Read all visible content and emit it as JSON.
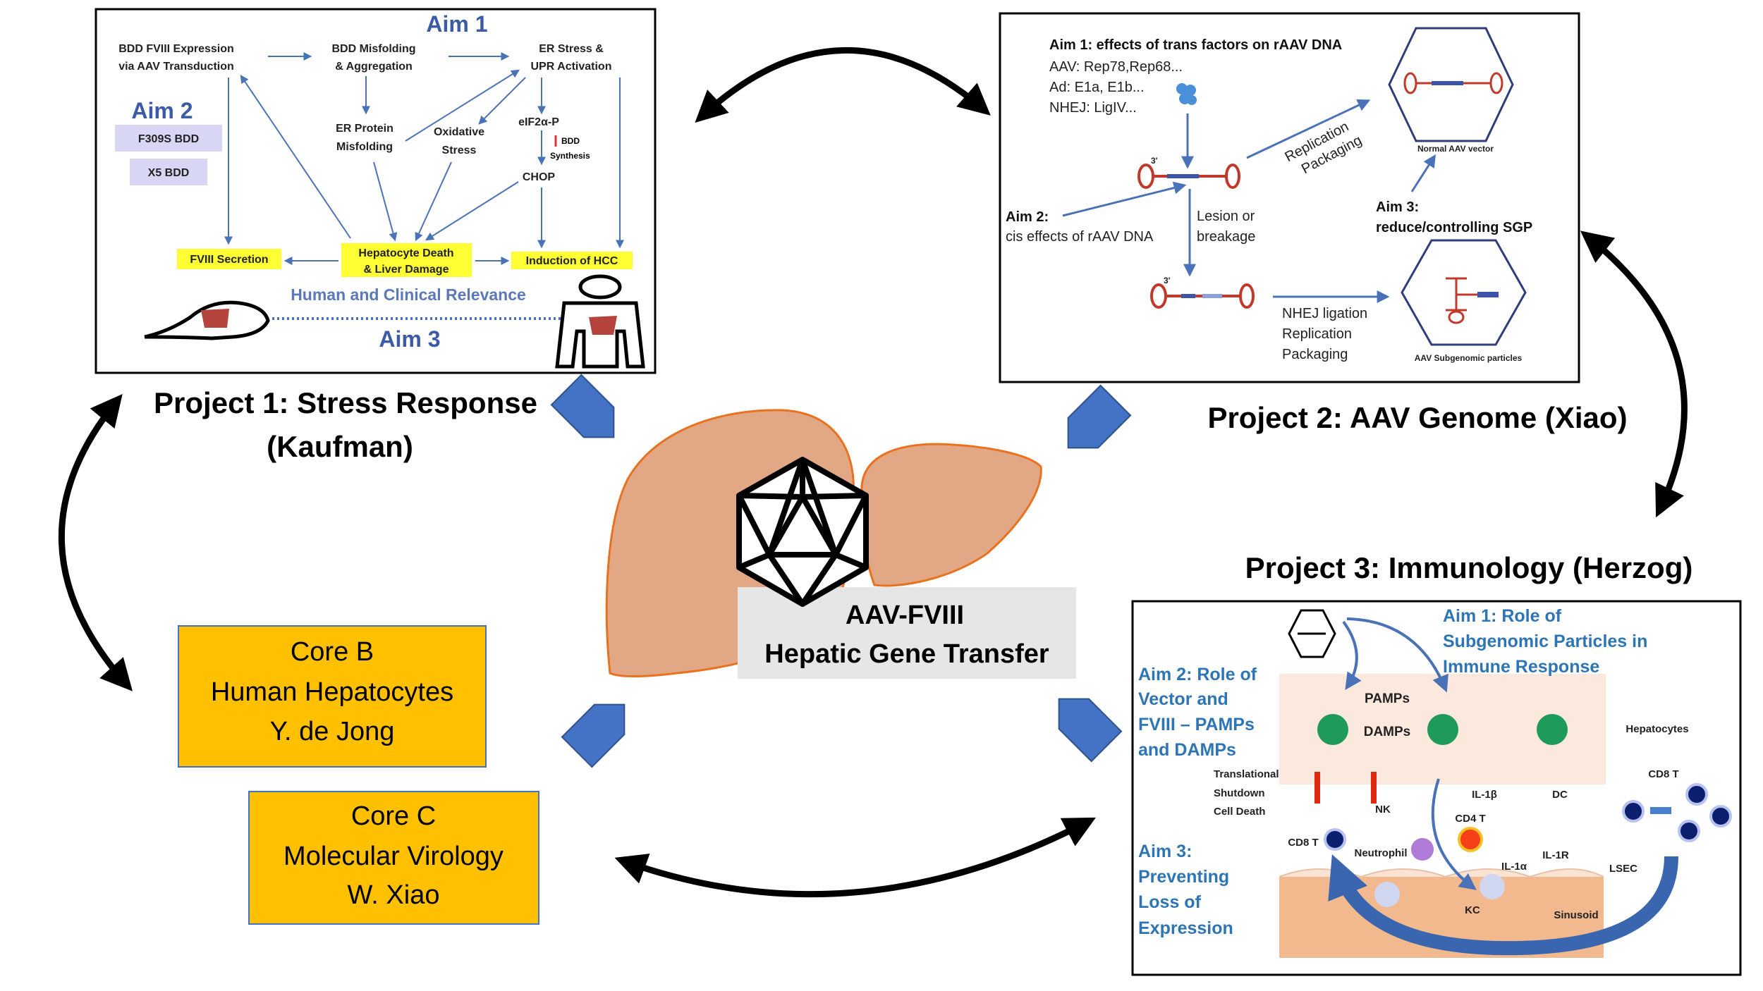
{
  "colors": {
    "core_fill": "#FFC000",
    "liver_fill": "#E2A886",
    "liver_stroke": "#E8721F",
    "pentagon_blue": "#4472C4",
    "label_grey": "#E6E6E6",
    "aim_blue": "#2E75B6",
    "highlight_yellow": "#FFFF33"
  },
  "center": {
    "line1": "AAV-FVIII",
    "line2": "Hepatic Gene Transfer",
    "icon": "icosahedron-capsid-icon"
  },
  "projects": {
    "p1": {
      "line1": "Project 1: Stress Response",
      "line2": "(Kaufman)"
    },
    "p2": {
      "title": "Project 2: AAV Genome (Xiao)"
    },
    "p3": {
      "title": "Project 3: Immunology (Herzog)"
    }
  },
  "cores": {
    "b": {
      "line1": "Core B",
      "line2": "Human Hepatocytes",
      "line3": "Y. de Jong"
    },
    "c": {
      "line1": "Core C",
      "line2": "Molecular Virology",
      "line3": "W. Xiao"
    }
  },
  "panel1": {
    "aim1": "Aim 1",
    "aim2": "Aim 2",
    "aim3": "Aim 3",
    "bdd_expr": [
      "BDD FVIII Expression",
      "via AAV Transduction"
    ],
    "bdd_misfold": [
      "BDD Misfolding",
      "& Aggregation"
    ],
    "er_stress": [
      "ER Stress &",
      "UPR Activation"
    ],
    "f309s": "F309S BDD",
    "x5": "X5 BDD",
    "er_protein": [
      "ER Protein",
      "Misfolding"
    ],
    "oxidative": [
      "Oxidative",
      "Stress"
    ],
    "eif2a": "eIF2α-P",
    "bdd_synth": [
      "BDD",
      "Synthesis"
    ],
    "chop": "CHOP",
    "fviii_secretion": "FVIII Secretion",
    "hep_death": [
      "Hepatocyte Death",
      "& Liver Damage"
    ],
    "hcc": "Induction of HCC",
    "relevance": "Human and Clinical Relevance"
  },
  "panel2": {
    "aim1": "Aim 1: effects of  trans factors on rAAV DNA",
    "factors": [
      "AAV: Rep78,Rep68...",
      "Ad: E1a, E1b...",
      "NHEJ: LigIV..."
    ],
    "rep_pack": [
      "Replication",
      "Packaging"
    ],
    "normal_vector": "Normal AAV vector",
    "aim2": [
      "Aim 2:",
      "cis effects of rAAV DNA"
    ],
    "lesion": [
      "Lesion or",
      "breakage"
    ],
    "nhej": [
      "NHEJ ligation",
      "Replication",
      "Packaging"
    ],
    "aim3": [
      "Aim 3:",
      "reduce/controlling SGP"
    ],
    "subgenomic": "AAV Subgenomic particles",
    "three_prime": "3'"
  },
  "panel3": {
    "aim1": [
      "Aim 1: Role of",
      "Subgenomic Particles in",
      "Immune Response"
    ],
    "aim2": [
      "Aim 2: Role of",
      "Vector and",
      "FVIII – PAMPs",
      "and DAMPs"
    ],
    "aim3": [
      "Aim 3:",
      "Preventing",
      "Loss of",
      "Expression"
    ],
    "pamps": "PAMPs",
    "damps": "DAMPs",
    "hepatocytes": "Hepatocytes",
    "translational": [
      "Translational",
      "Shutdown",
      "Cell Death"
    ],
    "cd8_right": "CD8 T",
    "cd8_left": "CD8 T",
    "nk": "NK",
    "il1b": "IL-1β",
    "dc": "DC",
    "cd4": "CD4 T",
    "il1r": "IL-1R",
    "neutrophil": "Neutrophil",
    "il1a": "IL-1α",
    "lsec": "LSEC",
    "kc": "KC",
    "sinusoid": "Sinusoid"
  }
}
